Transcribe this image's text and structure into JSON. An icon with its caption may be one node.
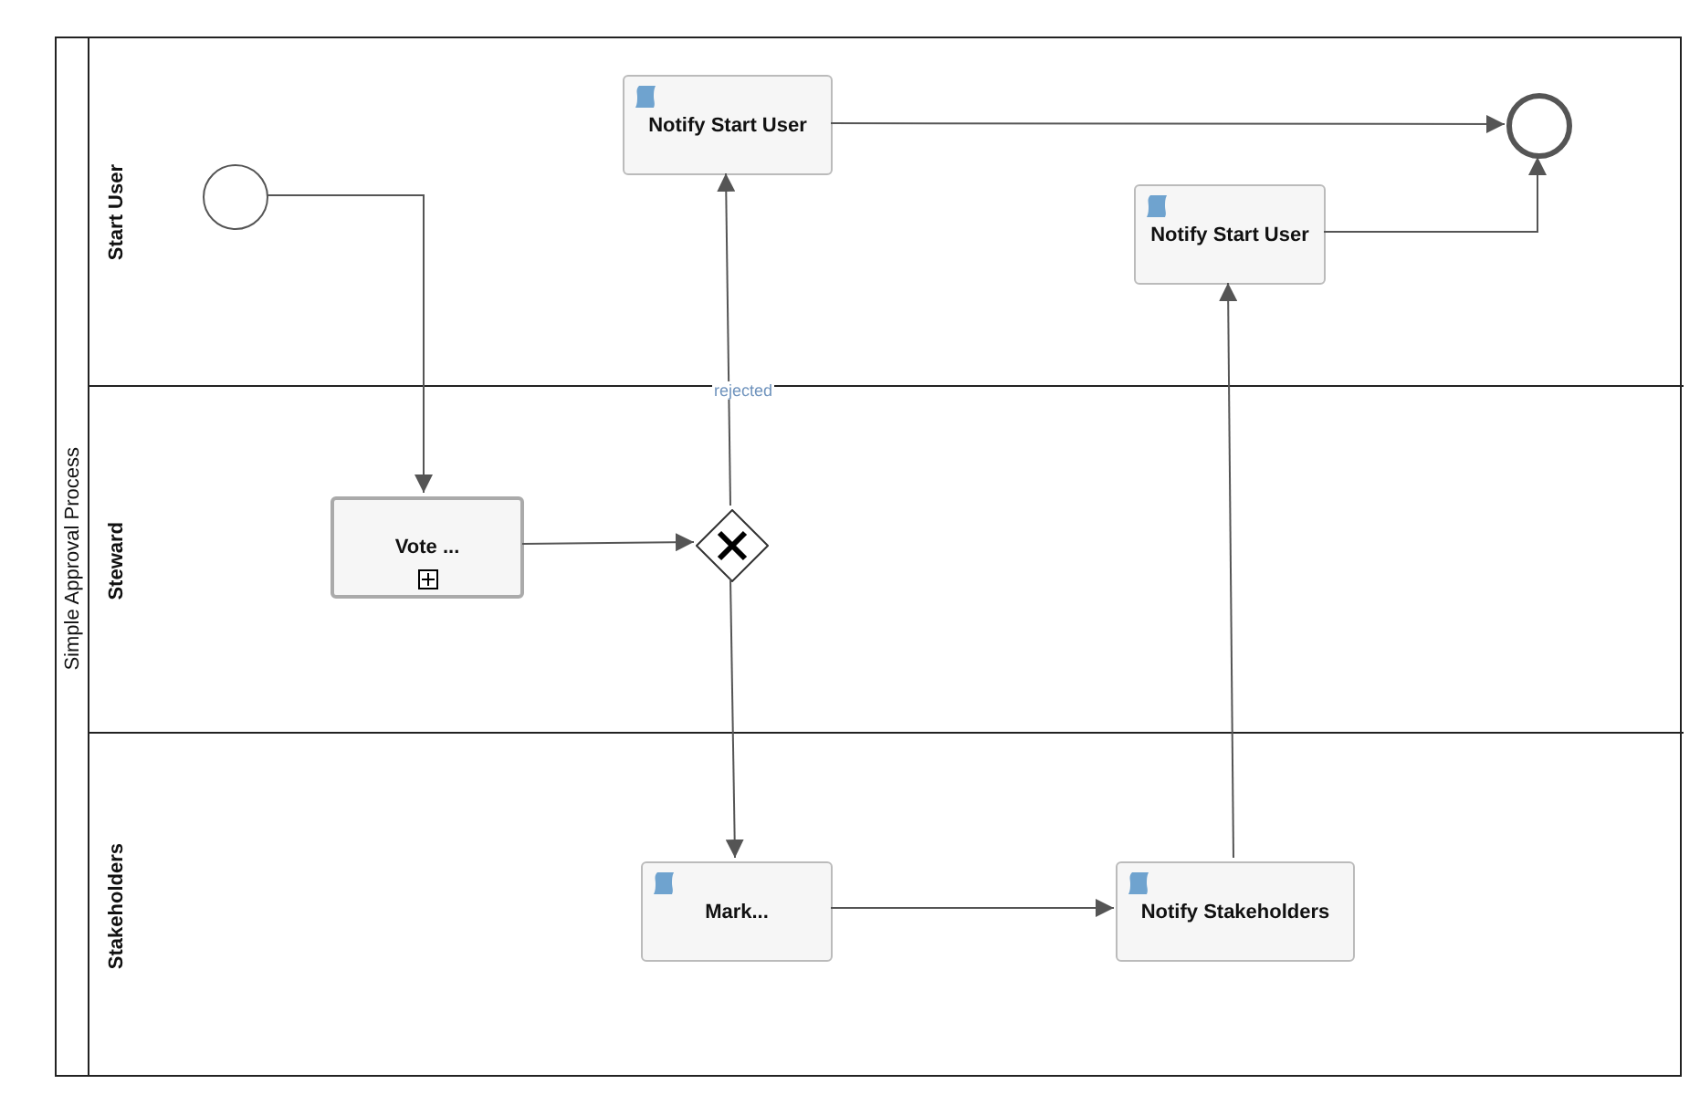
{
  "diagram": {
    "nodes": [
      {
        "text": [
          "Simple Approval Process"
        ]
      },
      {
        "text": [
          "Start User"
        ],
        "in": 0
      },
      {
        "text": [
          "Steward"
        ],
        "in": 0
      },
      {
        "text": [
          "Stakeholders"
        ],
        "in": 0
      },
      {
        "text": [],
        "shape": "circle",
        "in": 1
      },
      {
        "text": [
          "Notify Start User"
        ],
        "in": 1
      },
      {
        "text": [
          "Notify Start User"
        ],
        "in": 1
      },
      {
        "text": [],
        "shape": "circle",
        "in": 1
      },
      {
        "text": [
          "Vote ..."
        ],
        "in": 2
      },
      {
        "text": [],
        "shape": "diamond",
        "in": 2
      },
      {
        "text": [
          "Mark..."
        ],
        "in": 3
      },
      {
        "text": [
          "Notify Stakeholders"
        ],
        "in": 3
      }
    ],
    "edges": [
      {
        "from": 4,
        "to": 8,
        "arrow": "to"
      },
      {
        "from": 8,
        "to": 9,
        "arrow": "to"
      },
      {
        "from": 9,
        "to": 5,
        "arrow": "to",
        "label": "rejected"
      },
      {
        "from": 9,
        "to": 10,
        "arrow": "to"
      },
      {
        "from": 10,
        "to": 11,
        "arrow": "to"
      },
      {
        "from": 11,
        "to": 6,
        "arrow": "to"
      },
      {
        "from": 6,
        "to": 7,
        "arrow": "to"
      },
      {
        "from": 5,
        "to": 7,
        "arrow": "to"
      }
    ]
  }
}
